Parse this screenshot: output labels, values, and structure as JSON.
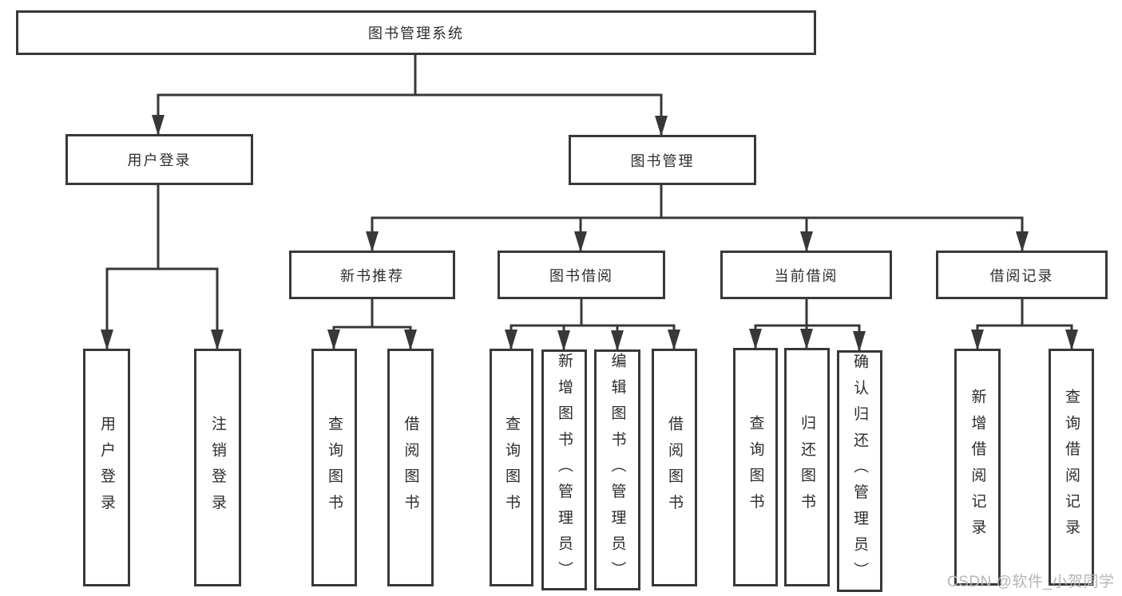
{
  "diagram_title": "图书管理系统",
  "tree": {
    "label": "图书管理系统",
    "children": [
      {
        "label": "用户登录",
        "children": [
          {
            "label": "用户登录"
          },
          {
            "label": "注销登录"
          }
        ]
      },
      {
        "label": "图书管理",
        "children": [
          {
            "label": "新书推荐",
            "children": [
              {
                "label": "查询图书"
              },
              {
                "label": "借阅图书"
              }
            ]
          },
          {
            "label": "图书借阅",
            "children": [
              {
                "label": "查询图书"
              },
              {
                "label": "新增图书（管理员）"
              },
              {
                "label": "编辑图书（管理员）"
              },
              {
                "label": "借阅图书"
              }
            ]
          },
          {
            "label": "当前借阅",
            "children": [
              {
                "label": "查询图书"
              },
              {
                "label": "归还图书"
              },
              {
                "label": "确认归还（管理员）"
              }
            ]
          },
          {
            "label": "借阅记录",
            "children": [
              {
                "label": "新增借阅记录"
              },
              {
                "label": "查询借阅记录"
              }
            ]
          }
        ]
      }
    ]
  },
  "watermark": {
    "text": "CSDN @软件_小贺同学"
  },
  "colors": {
    "line": "#383838",
    "box_border": "#383838",
    "text": "#2d2d2d",
    "watermark": "#b6b6b6",
    "background": "#ffffff"
  }
}
